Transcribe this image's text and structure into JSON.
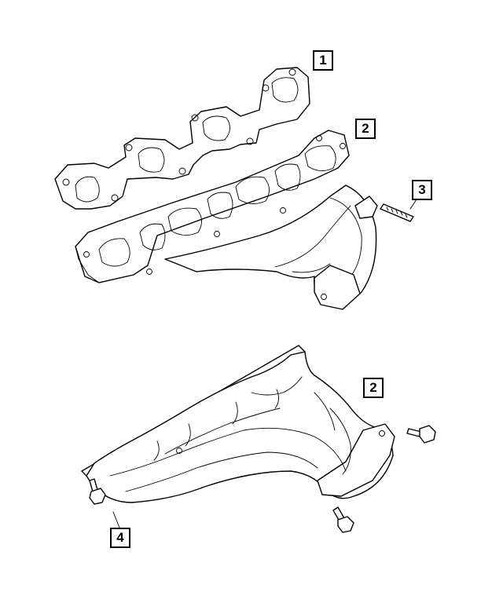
{
  "callouts": {
    "gasket": "1",
    "manifold_top": "2",
    "stud": "3",
    "manifold_bottom": "2",
    "bolt": "4"
  }
}
